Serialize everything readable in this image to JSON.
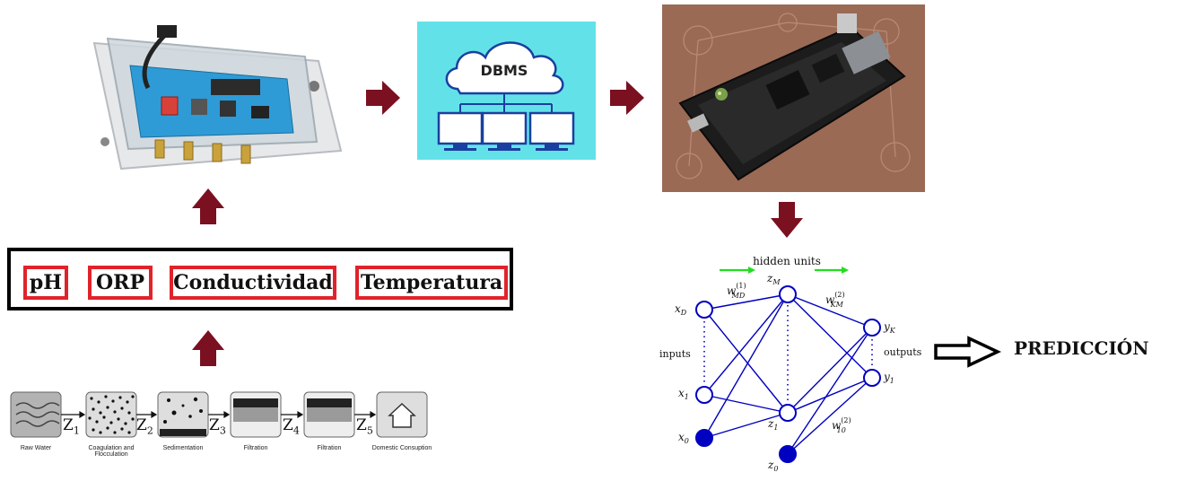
{
  "parameters": [
    "pH",
    "ORP",
    "Conductividad",
    "Temperatura"
  ],
  "dbms": {
    "label": "DBMS"
  },
  "prediction": "PREDICCIÓN",
  "treatment": {
    "stages": [
      "Raw Water",
      "Coagulation and\nFlocculation",
      "Sedimentation",
      "Filtration",
      "Filtration",
      "Domestic Consuption"
    ],
    "z_labels": [
      "Z",
      "Z",
      "Z",
      "Z",
      "Z"
    ],
    "z_subs": [
      "1",
      "2",
      "3",
      "4",
      "5"
    ]
  },
  "neural_net": {
    "hidden_units": "hidden units",
    "inputs": "inputs",
    "outputs": "outputs",
    "node_labels": {
      "xD": "x",
      "xD_sub": "D",
      "x1": "x",
      "x1_sub": "1",
      "x0": "x",
      "x0_sub": "0",
      "zM": "z",
      "zM_sub": "M",
      "z1": "z",
      "z1_sub": "1",
      "z0": "z",
      "z0_sub": "0",
      "yK": "y",
      "yK_sub": "K",
      "y1": "y",
      "y1_sub": "1"
    },
    "weights": {
      "w1": "w",
      "w1_sup": "(1)",
      "w1_sub": "MD",
      "w2": "w",
      "w2_sup": "(2)",
      "w2_sub": "KM",
      "w10": "w",
      "w10_sup": "(2)",
      "w10_sub": "10"
    }
  },
  "colors": {
    "arrow": "#7b1020",
    "param_border": "#e0232a",
    "nn_node": "#0000c0",
    "nn_arrow": "#22dd22",
    "dbms_bg": "#62e2e8"
  }
}
